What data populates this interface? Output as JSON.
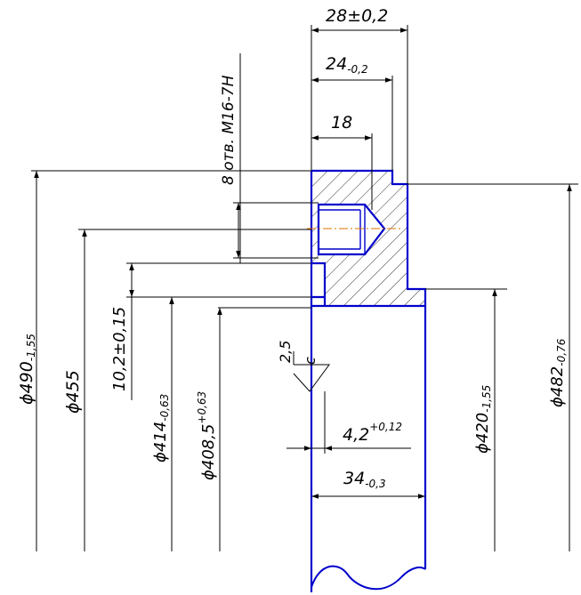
{
  "dimensions": {
    "d490": {
      "base": "ϕ490",
      "tol": "-1,55"
    },
    "d455": {
      "base": "ϕ455"
    },
    "d414": {
      "base": "ϕ414",
      "tol": "-0,63"
    },
    "d408": {
      "base": "ϕ408,5",
      "tol": "+0,63"
    },
    "d420": {
      "base": "ϕ420",
      "tol": "-1,55"
    },
    "d482": {
      "base": "ϕ482",
      "tol": "-0,76"
    },
    "w28": {
      "base": "28±0,2"
    },
    "w24": {
      "base": "24",
      "tol": "-0,2"
    },
    "w18": {
      "base": "18"
    },
    "h10": {
      "base": "10,2±0,15"
    },
    "w42": {
      "base": "4,2",
      "tol": "+0,12"
    },
    "w34": {
      "base": "34",
      "tol": "-0,3"
    }
  },
  "thread_note": "8 отв. M16-7H",
  "roughness": {
    "value": "2,5",
    "letter": "с"
  },
  "colors": {
    "outline": "#0000cc",
    "axis": "#e07000",
    "dim": "#000000"
  }
}
